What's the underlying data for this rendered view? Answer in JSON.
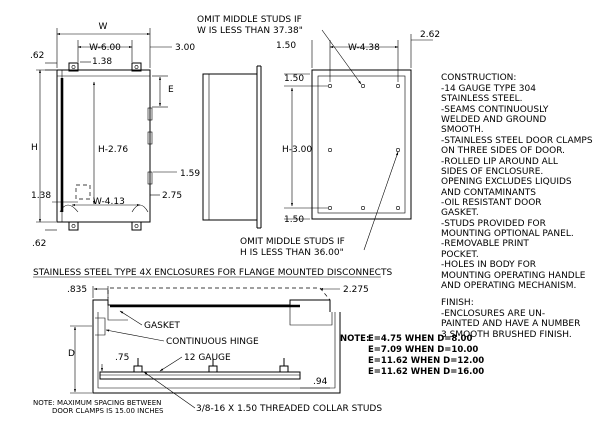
{
  "front_view": {
    "dims": {
      "w": "W",
      "w600": "W-6.00",
      "d300": "3.00",
      "d62_top": ".62",
      "d138_top": "1.38",
      "e": "E",
      "h": "H",
      "h276": "H-2.76",
      "d159": "1.59",
      "d138_bot": "1.38",
      "w413": "W-4.13",
      "d275": "2.75",
      "d62_bot": ".62"
    }
  },
  "back_view": {
    "note_top": [
      "OMIT MIDDLE STUDS IF",
      "W IS LESS THAN 37.38\""
    ],
    "note_bottom": [
      "OMIT MIDDLE STUDS IF",
      "H IS LESS THAN 36.00\""
    ],
    "dims": {
      "d150_top": "1.50",
      "w438": "W-4.38",
      "d262": "2.62",
      "d150_a": "1.50",
      "h300": "H-3.00",
      "d150_b": "1.50"
    }
  },
  "section_title": "STAINLESS STEEL TYPE 4X ENCLOSURES FOR FLANGE MOUNTED DISCONNECTS",
  "section_view": {
    "d835": ".835",
    "d2275": "2.275",
    "gasket": "GASKET",
    "hinge": "CONTINUOUS HINGE",
    "d": "D",
    "d75": ".75",
    "gauge": "12 GAUGE",
    "d94": ".94",
    "studs": "3/8-16 X 1.50 THREADED COLLAR STUDS",
    "spacing_note": [
      "NOTE:  MAXIMUM SPACING BETWEEN",
      "DOOR CLAMPS IS 15.00 INCHES"
    ]
  },
  "e_note": {
    "label": "NOTE:",
    "lines": [
      "E=4.75 WHEN D=8.00",
      "E=7.09 WHEN D=10.00",
      "E=11.62 WHEN D=12.00",
      "E=11.62 WHEN D=16.00"
    ]
  },
  "construction": {
    "title": "CONSTRUCTION:",
    "lines": [
      "-14 GAUGE TYPE 304",
      "STAINLESS STEEL.",
      "-SEAMS CONTINUOUSLY",
      "WELDED AND GROUND",
      "SMOOTH.",
      "-STAINLESS STEEL DOOR CLAMPS",
      "ON THREE SIDES OF DOOR.",
      "-ROLLED LIP AROUND ALL",
      "SIDES OF ENCLOSURE.",
      "OPENING EXCLUDES LIQUIDS",
      "AND CONTAMINANTS",
      "-OIL RESISTANT DOOR",
      "GASKET.",
      "-STUDS PROVIDED FOR",
      "MOUNTING OPTIONAL PANEL.",
      "-REMOVABLE PRINT",
      "POCKET.",
      "-HOLES IN BODY FOR",
      "MOUNTING OPERATING HANDLE",
      "AND OPERATING MECHANISM."
    ]
  },
  "finish": {
    "title": "FINISH:",
    "lines": [
      "-ENCLOSURES ARE UN-",
      "PAINTED AND HAVE A NUMBER",
      "3 SMOOTH BRUSHED FINISH."
    ]
  }
}
